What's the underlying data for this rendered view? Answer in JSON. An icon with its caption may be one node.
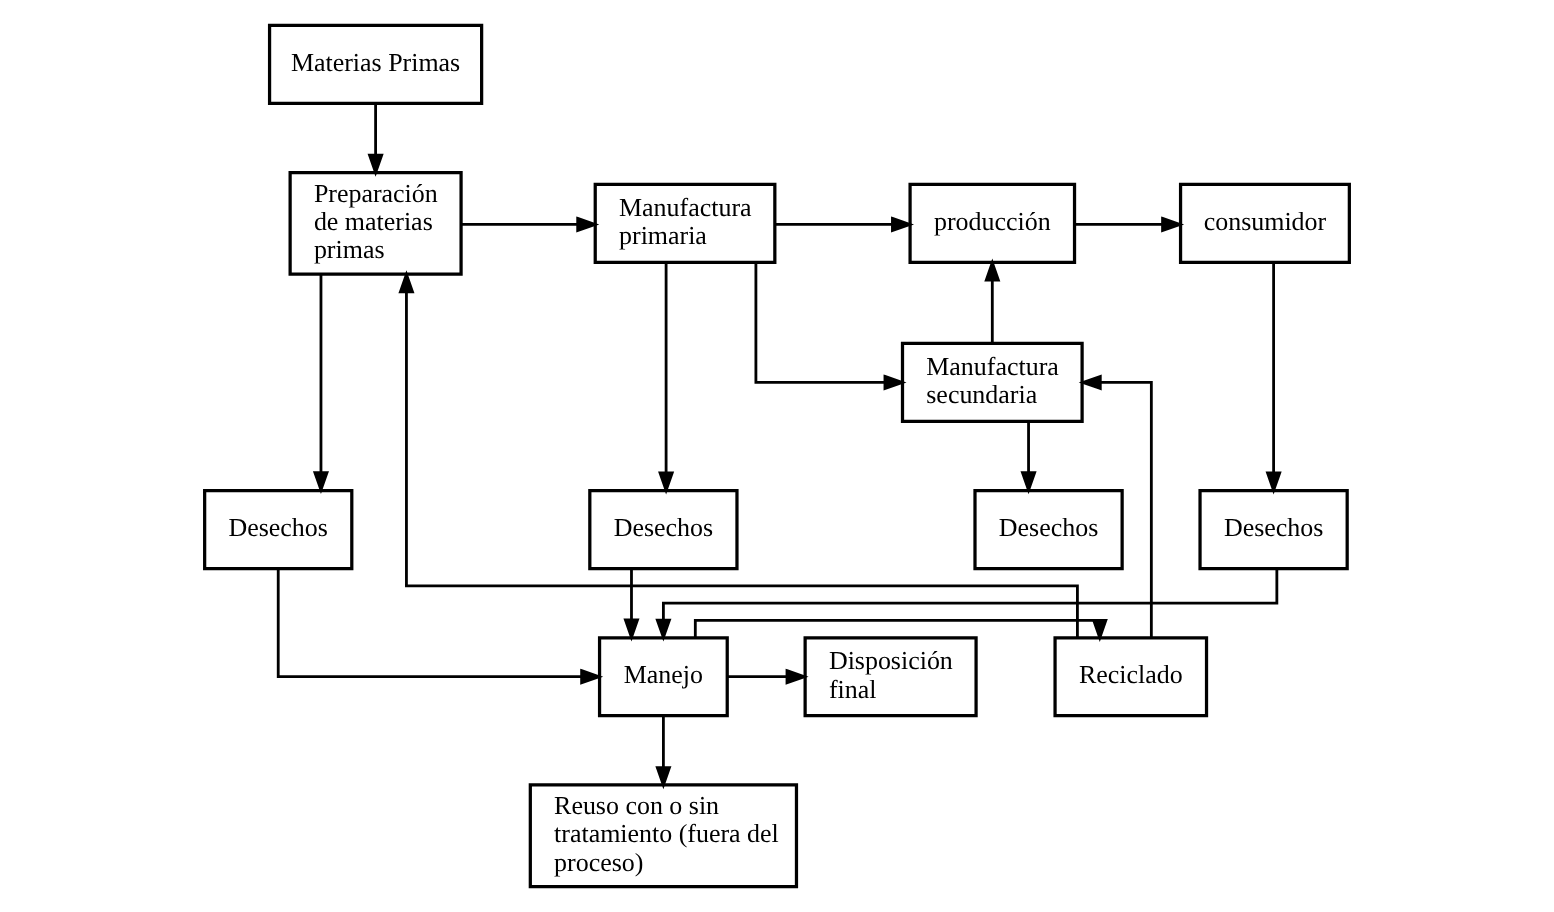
{
  "diagram": {
    "nodes": [
      {
        "text": [
          "Materias Primas"
        ]
      },
      {
        "text": [
          "Preparación de materias primas"
        ]
      },
      {
        "text": [
          "Manufactura primaria"
        ]
      },
      {
        "text": [
          "producción"
        ]
      },
      {
        "text": [
          "consumidor"
        ]
      },
      {
        "text": [
          "Manufactura secundaria"
        ]
      },
      {
        "text": [
          "Desechos"
        ]
      },
      {
        "text": [
          "Desechos"
        ]
      },
      {
        "text": [
          "Desechos"
        ]
      },
      {
        "text": [
          "Desechos"
        ]
      },
      {
        "text": [
          "Reciclado"
        ]
      },
      {
        "text": [
          "Manejo"
        ]
      },
      {
        "text": [
          "Disposición final"
        ]
      },
      {
        "text": [
          "Reuso con o sin tratamiento (fuera del proceso)"
        ]
      }
    ],
    "edges": [
      {
        "from": 0,
        "to": 1,
        "arrow": "to"
      },
      {
        "from": 1,
        "to": 2,
        "arrow": "to"
      },
      {
        "from": 2,
        "to": 3,
        "arrow": "to"
      },
      {
        "from": 3,
        "to": 4,
        "arrow": "to"
      },
      {
        "from": 2,
        "to": 5,
        "arrow": "to"
      },
      {
        "from": 5,
        "to": 3,
        "arrow": "to"
      },
      {
        "from": 1,
        "to": 6,
        "arrow": "to"
      },
      {
        "from": 2,
        "to": 7,
        "arrow": "to"
      },
      {
        "from": 5,
        "to": 8,
        "arrow": "to"
      },
      {
        "from": 4,
        "to": 9,
        "arrow": "to"
      },
      {
        "from": 6,
        "to": 11,
        "arrow": "to"
      },
      {
        "from": 7,
        "to": 11,
        "arrow": "to"
      },
      {
        "from": 9,
        "to": 11,
        "arrow": "to"
      },
      {
        "from": 11,
        "to": 10,
        "arrow": "to"
      },
      {
        "from": 11,
        "to": 12,
        "arrow": "to"
      },
      {
        "from": 11,
        "to": 13,
        "arrow": "to"
      },
      {
        "from": 10,
        "to": 1,
        "arrow": "to"
      },
      {
        "from": 10,
        "to": 5,
        "arrow": "to"
      }
    ]
  }
}
